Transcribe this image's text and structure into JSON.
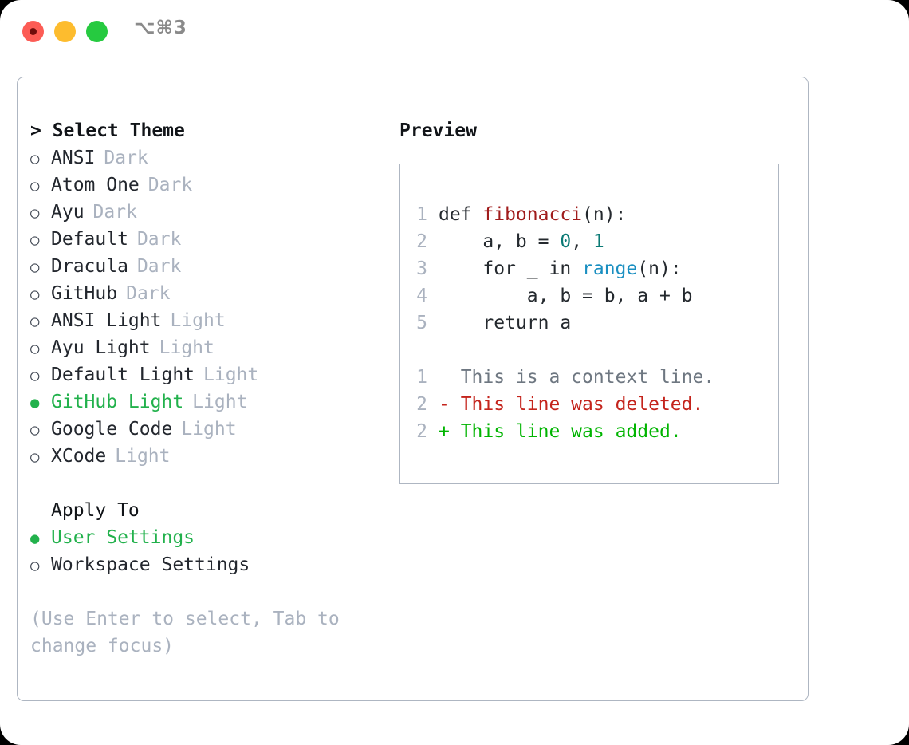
{
  "window": {
    "traffic_lights": [
      "close-red",
      "minimize-yellow",
      "zoom-green"
    ],
    "shortcut": "⌥⌘3",
    "colors": {
      "red": "#fc5c55",
      "yellow": "#fdbc2e",
      "green": "#26ca40",
      "border": "#aeb6c2",
      "accent_green": "#22b14c"
    }
  },
  "theme_picker": {
    "title": "> Select Theme",
    "title_caret": ">",
    "title_text": "Select Theme",
    "marker_unselected": "○",
    "marker_selected": "●",
    "items": [
      {
        "label": "ANSI",
        "category": "Dark",
        "selected": false
      },
      {
        "label": "Atom One",
        "category": "Dark",
        "selected": false
      },
      {
        "label": "Ayu",
        "category": "Dark",
        "selected": false
      },
      {
        "label": "Default",
        "category": "Dark",
        "selected": false
      },
      {
        "label": "Dracula",
        "category": "Dark",
        "selected": false
      },
      {
        "label": "GitHub",
        "category": "Dark",
        "selected": false
      },
      {
        "label": "ANSI Light",
        "category": "Light",
        "selected": false
      },
      {
        "label": "Ayu Light",
        "category": "Light",
        "selected": false
      },
      {
        "label": "Default Light",
        "category": "Light",
        "selected": false
      },
      {
        "label": "GitHub Light",
        "category": "Light",
        "selected": true
      },
      {
        "label": "Google Code",
        "category": "Light",
        "selected": false
      },
      {
        "label": "XCode",
        "category": "Light",
        "selected": false
      }
    ]
  },
  "apply_to": {
    "title": "Apply To",
    "items": [
      {
        "label": "User Settings",
        "selected": true
      },
      {
        "label": "Workspace Settings",
        "selected": false
      }
    ]
  },
  "hint": "(Use Enter to select, Tab to change focus)",
  "preview": {
    "title": "Preview",
    "code_lines": [
      {
        "number": "1",
        "segments": [
          {
            "text": "def ",
            "type": "plain"
          },
          {
            "text": "fibonacci",
            "type": "function"
          },
          {
            "text": "(n):",
            "type": "plain"
          }
        ]
      },
      {
        "number": "2",
        "segments": [
          {
            "text": "    a, b = ",
            "type": "plain"
          },
          {
            "text": "0",
            "type": "number"
          },
          {
            "text": ", ",
            "type": "plain"
          },
          {
            "text": "1",
            "type": "number"
          }
        ]
      },
      {
        "number": "3",
        "segments": [
          {
            "text": "    for _ in ",
            "type": "plain"
          },
          {
            "text": "range",
            "type": "builtin"
          },
          {
            "text": "(n):",
            "type": "plain"
          }
        ]
      },
      {
        "number": "4",
        "segments": [
          {
            "text": "        a, b = b, a + b",
            "type": "plain"
          }
        ]
      },
      {
        "number": "5",
        "segments": [
          {
            "text": "    return a",
            "type": "plain"
          }
        ]
      }
    ],
    "diff_lines": [
      {
        "number": "1",
        "marker": " ",
        "text": "This is a context line.",
        "type": "context"
      },
      {
        "number": "2",
        "marker": "-",
        "text": "This line was deleted.",
        "type": "deleted"
      },
      {
        "number": "2",
        "marker": "+",
        "text": "This line was added.",
        "type": "added"
      }
    ]
  }
}
